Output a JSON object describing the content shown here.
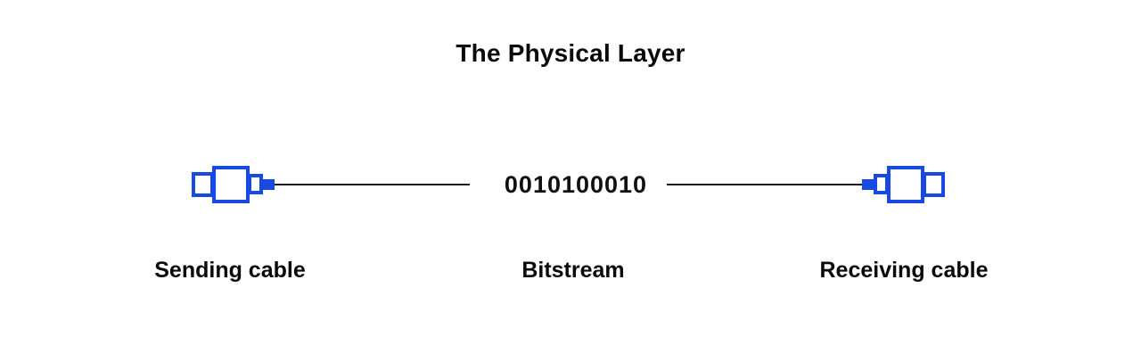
{
  "title": "The Physical Layer",
  "bitstream": {
    "value": "0010100010"
  },
  "labels": {
    "sending": "Sending cable",
    "bitstream": "Bitstream",
    "receiving": "Receiving cable"
  },
  "icons": {
    "left": "cable-connector-icon",
    "right": "cable-connector-icon"
  },
  "colors": {
    "connector_blue": "#1749e3",
    "wire_dark": "#1c1c1c",
    "text_black": "#0a0a0a",
    "background": "#ffffff"
  }
}
